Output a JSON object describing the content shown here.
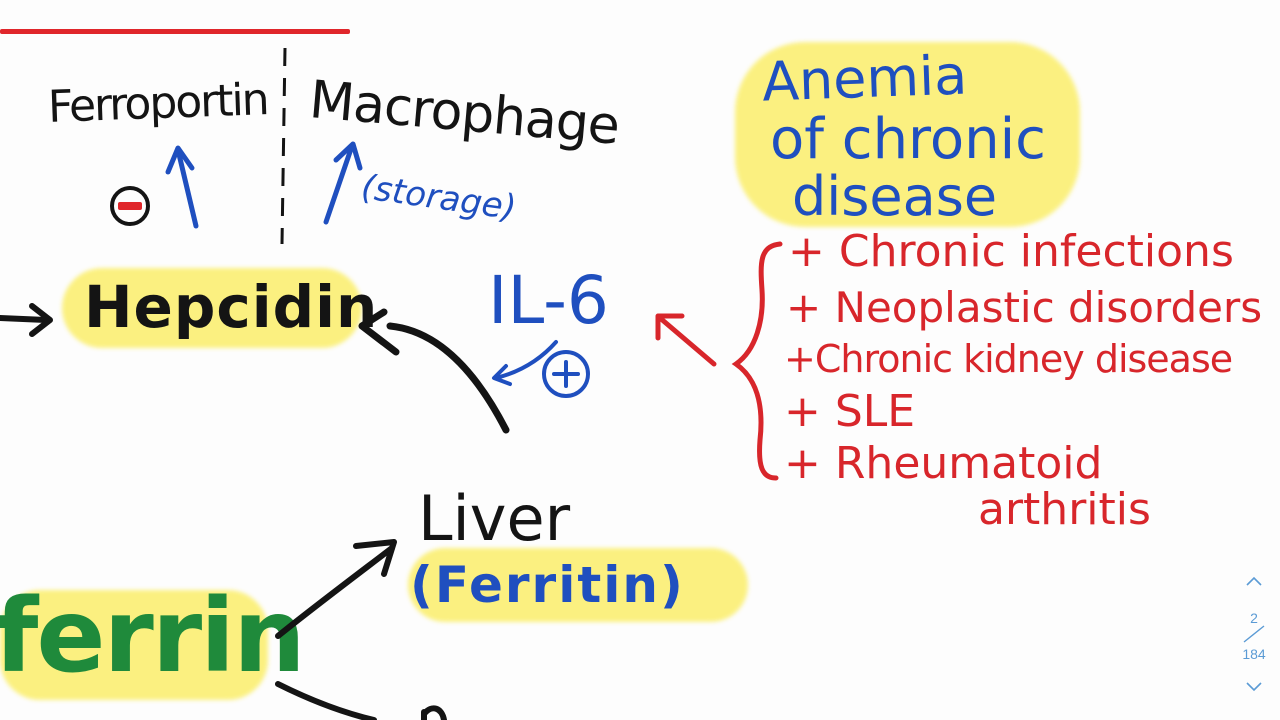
{
  "notes": {
    "ferroportin": "Ferroportin",
    "macrophage": "Macrophage",
    "storage": "(storage)",
    "hepcidin": "Hepcidin",
    "il6": "IL-6",
    "liver": "Liver",
    "ferritin": "(Ferritin)",
    "transferrin_fragment": "ferrin",
    "title_line1": "Anemia",
    "title_line2": "of chronic",
    "title_line3": "disease",
    "causes": [
      "+ Chronic infections",
      "+ Neoplastic disorders",
      "+Chronic kidney disease",
      "+ SLE",
      "+ Rheumatoid",
      "arthritis"
    ]
  },
  "pager": {
    "current": "2",
    "total": "184",
    "up_icon": "chevron-up-icon",
    "down_icon": "chevron-down-icon"
  },
  "colors": {
    "ink_black": "#141414",
    "ink_blue": "#1f4fbf",
    "ink_red": "#d8262b",
    "ink_green": "#1f8a3b",
    "highlight": "#fbf07a",
    "pager": "#5b9bd5"
  }
}
